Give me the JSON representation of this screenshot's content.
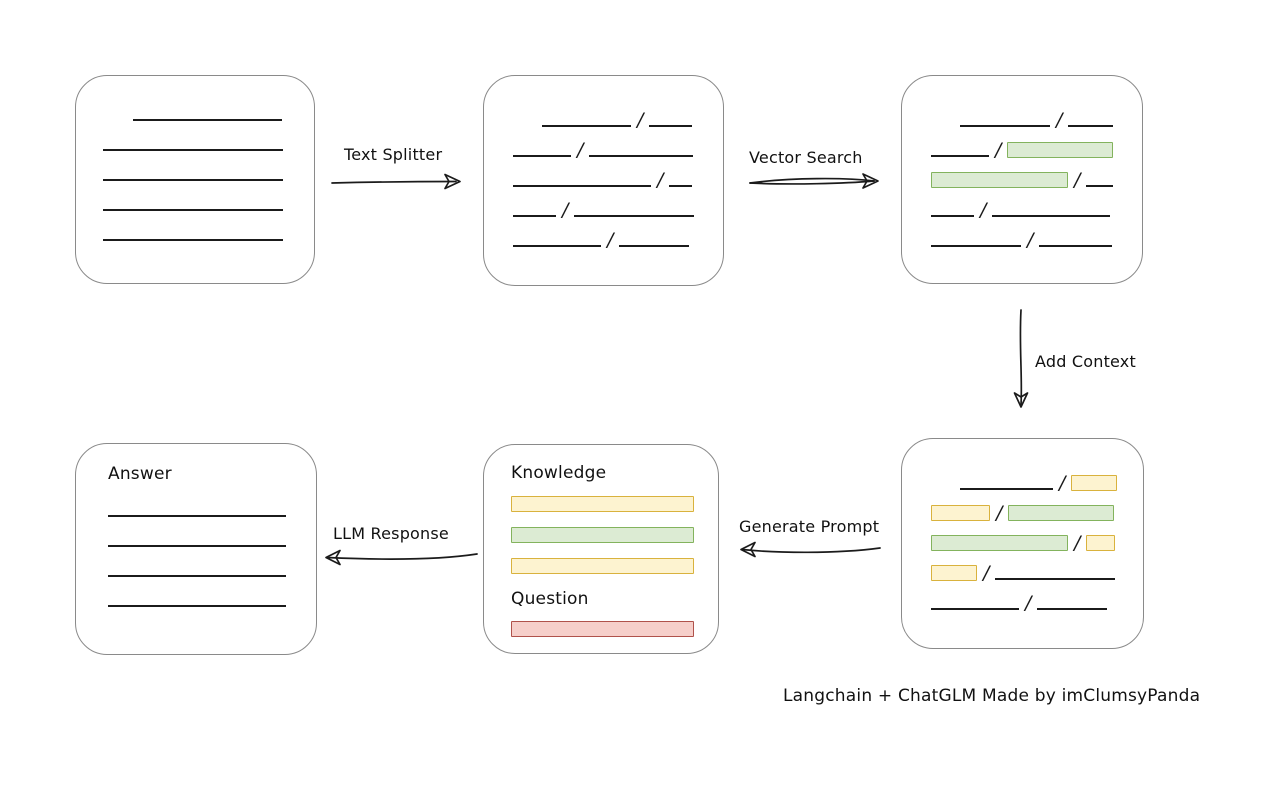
{
  "footer": {
    "credit": "Langchain + ChatGLM Made by imClumsyPanda"
  },
  "arrows": {
    "text_splitter": {
      "label": "Text Splitter",
      "direction": "right"
    },
    "vector_search": {
      "label": "Vector Search",
      "direction": "right"
    },
    "add_context": {
      "label": "Add Context",
      "direction": "down"
    },
    "generate_prompt": {
      "label": "Generate Prompt",
      "direction": "left"
    },
    "llm_response": {
      "label": "LLM Response",
      "direction": "left"
    }
  },
  "glyphs": {
    "slash": "/"
  },
  "colors": {
    "background": "#ffffff",
    "text": "#111111",
    "line": "#1b1b1b",
    "box_border": "#8a8a8a",
    "green_fill": "#dcebd3",
    "green_border": "#83b35d",
    "yellow_fill": "#fdf3d0",
    "yellow_border": "#d9b23d",
    "red_fill": "#f6cfca",
    "red_border": "#b0524b"
  },
  "boxes": {
    "document": {
      "rows": [
        [
          {
            "t": "gap",
            "w": 30
          },
          {
            "t": "line",
            "w": 149
          }
        ],
        [
          {
            "t": "line",
            "w": 180
          }
        ],
        [
          {
            "t": "line",
            "w": 180
          }
        ],
        [
          {
            "t": "line",
            "w": 180
          }
        ],
        [
          {
            "t": "line",
            "w": 180
          }
        ]
      ]
    },
    "split_text": {
      "rows": [
        [
          {
            "t": "gap",
            "w": 29
          },
          {
            "t": "line",
            "w": 89
          },
          {
            "t": "slash"
          },
          {
            "t": "line",
            "w": 43
          }
        ],
        [
          {
            "t": "line",
            "w": 58
          },
          {
            "t": "slash"
          },
          {
            "t": "line",
            "w": 104
          }
        ],
        [
          {
            "t": "line",
            "w": 138
          },
          {
            "t": "slash"
          },
          {
            "t": "line",
            "w": 23
          }
        ],
        [
          {
            "t": "line",
            "w": 43
          },
          {
            "t": "slash"
          },
          {
            "t": "line",
            "w": 120
          }
        ],
        [
          {
            "t": "line",
            "w": 88
          },
          {
            "t": "slash"
          },
          {
            "t": "line",
            "w": 70
          }
        ]
      ]
    },
    "search_result": {
      "rows": [
        [
          {
            "t": "gap",
            "w": 29
          },
          {
            "t": "line",
            "w": 90
          },
          {
            "t": "slash"
          },
          {
            "t": "line",
            "w": 45
          }
        ],
        [
          {
            "t": "line",
            "w": 58
          },
          {
            "t": "slash"
          },
          {
            "t": "green",
            "w": 104
          }
        ],
        [
          {
            "t": "green",
            "w": 135
          },
          {
            "t": "slash"
          },
          {
            "t": "line",
            "w": 27
          }
        ],
        [
          {
            "t": "line",
            "w": 43
          },
          {
            "t": "slash"
          },
          {
            "t": "line",
            "w": 118
          }
        ],
        [
          {
            "t": "line",
            "w": 90
          },
          {
            "t": "slash"
          },
          {
            "t": "line",
            "w": 73
          }
        ]
      ]
    },
    "context": {
      "rows": [
        [
          {
            "t": "gap",
            "w": 29
          },
          {
            "t": "line",
            "w": 93
          },
          {
            "t": "slash"
          },
          {
            "t": "yellow",
            "w": 44
          }
        ],
        [
          {
            "t": "yellow",
            "w": 57
          },
          {
            "t": "slash"
          },
          {
            "t": "green",
            "w": 104
          }
        ],
        [
          {
            "t": "green",
            "w": 135
          },
          {
            "t": "slash"
          },
          {
            "t": "yellow",
            "w": 27
          }
        ],
        [
          {
            "t": "yellow",
            "w": 44
          },
          {
            "t": "slash"
          },
          {
            "t": "line",
            "w": 120
          }
        ],
        [
          {
            "t": "line",
            "w": 88
          },
          {
            "t": "slash"
          },
          {
            "t": "line",
            "w": 70
          }
        ]
      ]
    },
    "prompt": {
      "knowledge_label": "Knowledge",
      "knowledge_bars": [
        {
          "color": "yellow"
        },
        {
          "color": "green"
        },
        {
          "color": "yellow"
        }
      ],
      "question_label": "Question",
      "question_bars": [
        {
          "color": "red"
        }
      ]
    },
    "answer": {
      "label": "Answer",
      "rows": [
        [
          {
            "t": "line",
            "w": 178
          }
        ],
        [
          {
            "t": "line",
            "w": 178
          }
        ],
        [
          {
            "t": "line",
            "w": 178
          }
        ],
        [
          {
            "t": "line",
            "w": 178
          }
        ]
      ]
    }
  }
}
